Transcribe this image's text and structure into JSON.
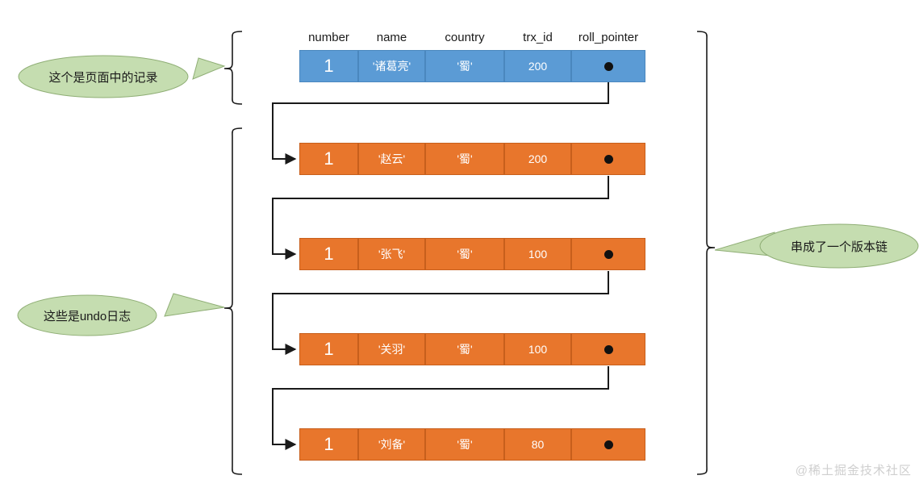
{
  "diagram": {
    "title": "MVCC undo log version chain",
    "colors": {
      "blue_fill": "#5B9BD5",
      "blue_border": "#4A87BE",
      "orange_fill": "#E8762C",
      "orange_border": "#C75F1C",
      "bubble_fill": "#C5DDB0",
      "bubble_border": "#8FAE75",
      "line": "#1a1a1a",
      "watermark": "#cfcfcf"
    },
    "columns": [
      {
        "key": "number",
        "label": "number"
      },
      {
        "key": "name",
        "label": "name"
      },
      {
        "key": "country",
        "label": "country"
      },
      {
        "key": "trx_id",
        "label": "trx_id"
      },
      {
        "key": "roll_pointer",
        "label": "roll_pointer"
      }
    ],
    "rows": [
      {
        "kind": "page-record",
        "style": "blue",
        "number": "1",
        "name": "'诸葛亮'",
        "country": "'蜀'",
        "trx_id": "200",
        "roll_pointer": "pointer-dot"
      },
      {
        "kind": "undo-log",
        "style": "orange",
        "number": "1",
        "name": "'赵云'",
        "country": "'蜀'",
        "trx_id": "200",
        "roll_pointer": "pointer-dot"
      },
      {
        "kind": "undo-log",
        "style": "orange",
        "number": "1",
        "name": "'张飞'",
        "country": "'蜀'",
        "trx_id": "100",
        "roll_pointer": "pointer-dot"
      },
      {
        "kind": "undo-log",
        "style": "orange",
        "number": "1",
        "name": "'关羽'",
        "country": "'蜀'",
        "trx_id": "100",
        "roll_pointer": "pointer-dot"
      },
      {
        "kind": "undo-log",
        "style": "orange",
        "number": "1",
        "name": "'刘备'",
        "country": "'蜀'",
        "trx_id": "80",
        "roll_pointer": "pointer-dot"
      }
    ],
    "callouts": [
      {
        "id": "page-record-note",
        "text": "这个是页面中的记录",
        "tail": "right"
      },
      {
        "id": "undo-log-note",
        "text": "这些是undo日志",
        "tail": "right"
      },
      {
        "id": "version-chain-note",
        "text": "串成了一个版本链",
        "tail": "left"
      }
    ],
    "braces": [
      {
        "id": "brace-page-record",
        "side": "left",
        "spans": "row-1"
      },
      {
        "id": "brace-undo-logs",
        "side": "left",
        "spans": "rows-2-to-5"
      },
      {
        "id": "brace-version-chain",
        "side": "right",
        "spans": "all-rows"
      }
    ],
    "watermark": "@稀土掘金技术社区"
  }
}
